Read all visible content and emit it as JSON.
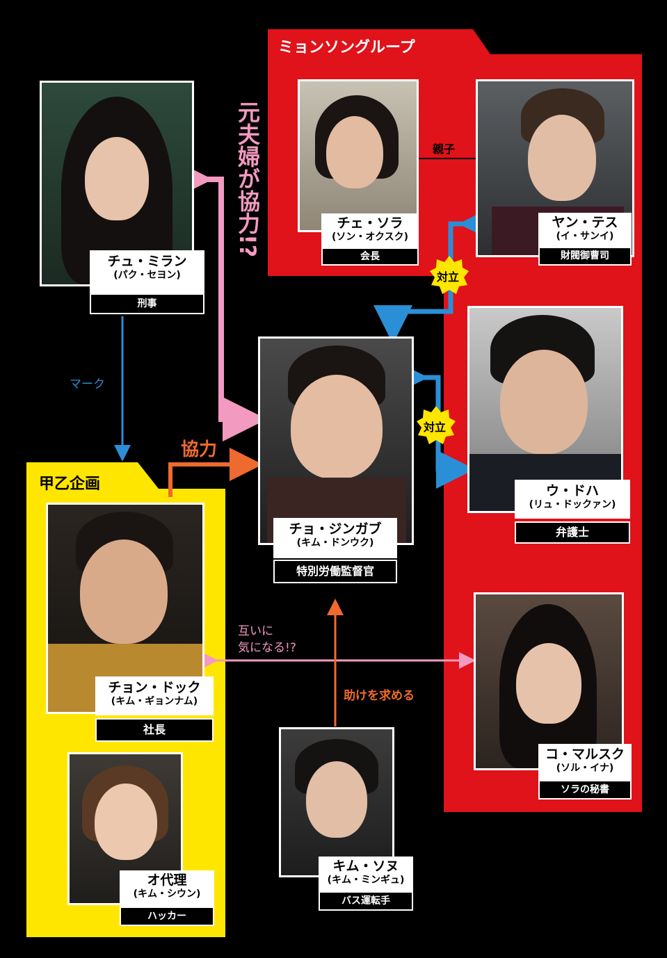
{
  "groups": {
    "myeongsung": "ミョンソングループ",
    "gapeul": "甲乙企画"
  },
  "relations": {
    "ex_couple": "元夫婦が協力!?",
    "parent_child": "親子",
    "mark": "マーク",
    "cooperate": "協力",
    "oppose1": "対立",
    "oppose2": "対立",
    "mutual_interest": "互いに\n気になる!?",
    "seek_help": "助けを求める"
  },
  "characters": [
    {
      "name": "チュ・ミラン",
      "actor": "(パク・セヨン)",
      "role": "刑事"
    },
    {
      "name": "チェ・ソラ",
      "actor": "(ソン・オクスク)",
      "role": "会長"
    },
    {
      "name": "ヤン・テス",
      "actor": "(イ・サンイ)",
      "role": "財閥御曹司"
    },
    {
      "name": "チョ・ジンガブ",
      "actor": "(キム・ドンウク)",
      "role": "特別労働監督官"
    },
    {
      "name": "ウ・ドハ",
      "actor": "(リュ・ドックァン)",
      "role": "弁護士"
    },
    {
      "name": "チョン・ドック",
      "actor": "(キム・ギョンナム)",
      "role": "社長"
    },
    {
      "name": "コ・マルスク",
      "actor": "(ソル・イナ)",
      "role": "ソラの秘書"
    },
    {
      "name": "キム・ソヌ",
      "actor": "(キム・ミンギュ)",
      "role": "バス運転手"
    },
    {
      "name": "オ代理",
      "actor": "(キム・シウン)",
      "role": "ハッカー"
    }
  ],
  "colors": {
    "red_group": "#e0121a",
    "yellow_group": "#ffe600",
    "pink_arrow": "#f29ac0",
    "blue_arrow": "#2a8fd6",
    "orange_arrow": "#ef6a2e"
  }
}
